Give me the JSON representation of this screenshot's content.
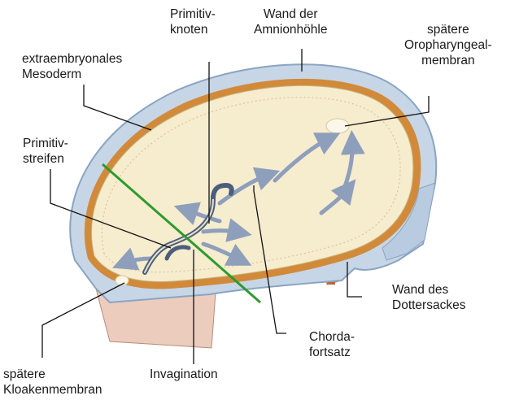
{
  "labels": {
    "primitivknoten": "Primitiv-\nknoten",
    "amnion_wall": "Wand der\nAmnionhöhle",
    "oropharyngeal": "spätere\nOropharyngeal-\nmembran",
    "mesoderm": "extraembryonales\nMesoderm",
    "primitivstreifen": "Primitiv-\nstreifen",
    "yolk_sac_wall": "Wand des\nDottersackes",
    "chorda": "Chorda-\nfortsatz",
    "kloaken": "spätere\nKloakenmembran",
    "invagination": "Invagination"
  },
  "colors": {
    "disc_fill": "#f6ecce",
    "outer_rim": "#c7d6e6",
    "outer_rim_dark": "#8aa4c2",
    "orange_band": "#d18a3a",
    "yolk_sac": "#ecccbd",
    "arrow_fill": "#8e9fbc",
    "streak_dark": "#4b5f7d",
    "section_line": "#2e9b2e",
    "leader": "#111111"
  }
}
